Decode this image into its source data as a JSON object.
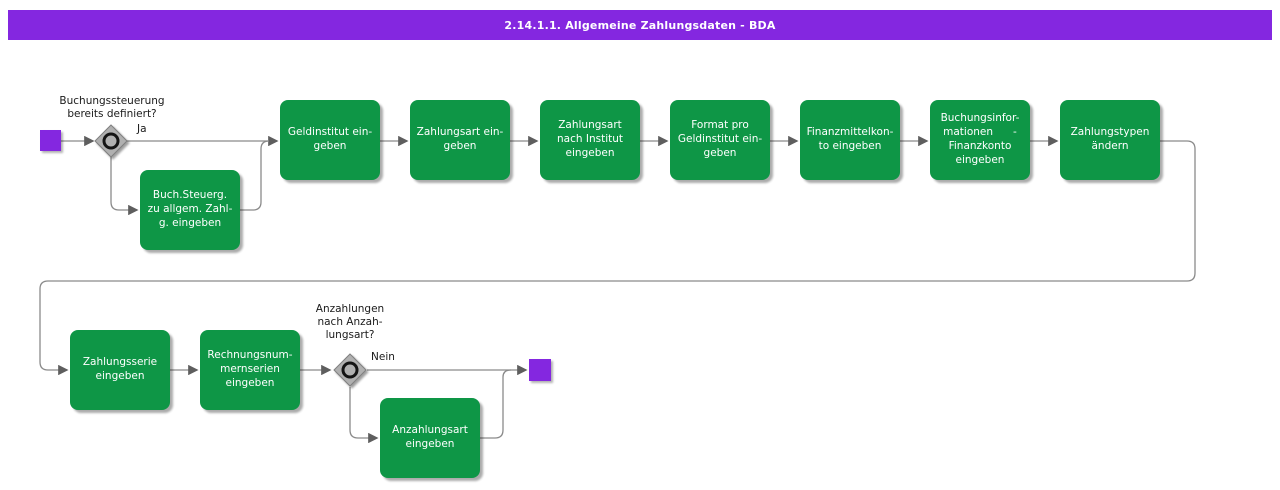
{
  "header": {
    "title": "2.14.1.1. Allgemeine Zahlungsdaten - BDA"
  },
  "colors": {
    "accent_purple": "#8427E0",
    "task_green": "#0E9646",
    "line_gray": "#8A8A8A",
    "arrow_gray": "#5E5E5E",
    "diamond_gray": "#B0B0B0"
  },
  "decisions": [
    {
      "question": "Buchungssteuerung\nbereits definiert?",
      "branch_label": "Ja"
    },
    {
      "question": "Anzahlungen\nnach Anzah-\nlungsart?",
      "branch_label": "Nein"
    }
  ],
  "tasks": [
    {
      "label": "Geldinstitut ein-\ngeben"
    },
    {
      "label": "Zahlungsart ein-\ngeben"
    },
    {
      "label": "Zahlungsart\nnach Institut\neingeben"
    },
    {
      "label": "Format pro\nGeldinstitut ein-\ngeben"
    },
    {
      "label": "Finanzmittelkon-\nto eingeben"
    },
    {
      "label": "Buchungsinfor-\nmationen      -\nFinanzkonto\neingeben"
    },
    {
      "label": "Zahlungstypen\nändern"
    },
    {
      "label": "Buch.Steuerg.\nzu allgem. Zahl-\ng. eingeben"
    },
    {
      "label": "Zahlungsserie\neingeben"
    },
    {
      "label": "Rechnungsnum-\nmernserien\neingeben"
    },
    {
      "label": "Anzahlungsart\neingeben"
    }
  ]
}
